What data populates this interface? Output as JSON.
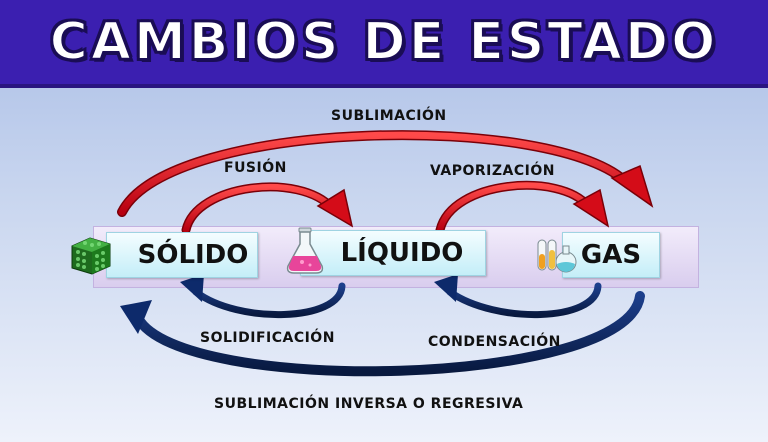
{
  "title": "CAMBIOS DE ESTADO",
  "states": {
    "solid": "SÓLIDO",
    "liquid": "LÍQUIDO",
    "gas": "GAS"
  },
  "processes": {
    "sublimacion": "SUBLIMACIÓN",
    "fusion": "FUSIÓN",
    "vaporizacion": "VAPORIZACIÓN",
    "solidificacion": "SOLIDIFICACIÓN",
    "condensacion": "CONDENSACIÓN",
    "sublimacion_inversa": "SUBLIMACIÓN INVERSA O REGRESIVA"
  },
  "colors": {
    "banner": "#3b1fb0",
    "heating_arrow": "#e0101a",
    "cooling_arrow": "#0d2a6b"
  },
  "icons": [
    "solid-cubes-icon",
    "flask-icon",
    "test-tubes-icon"
  ]
}
